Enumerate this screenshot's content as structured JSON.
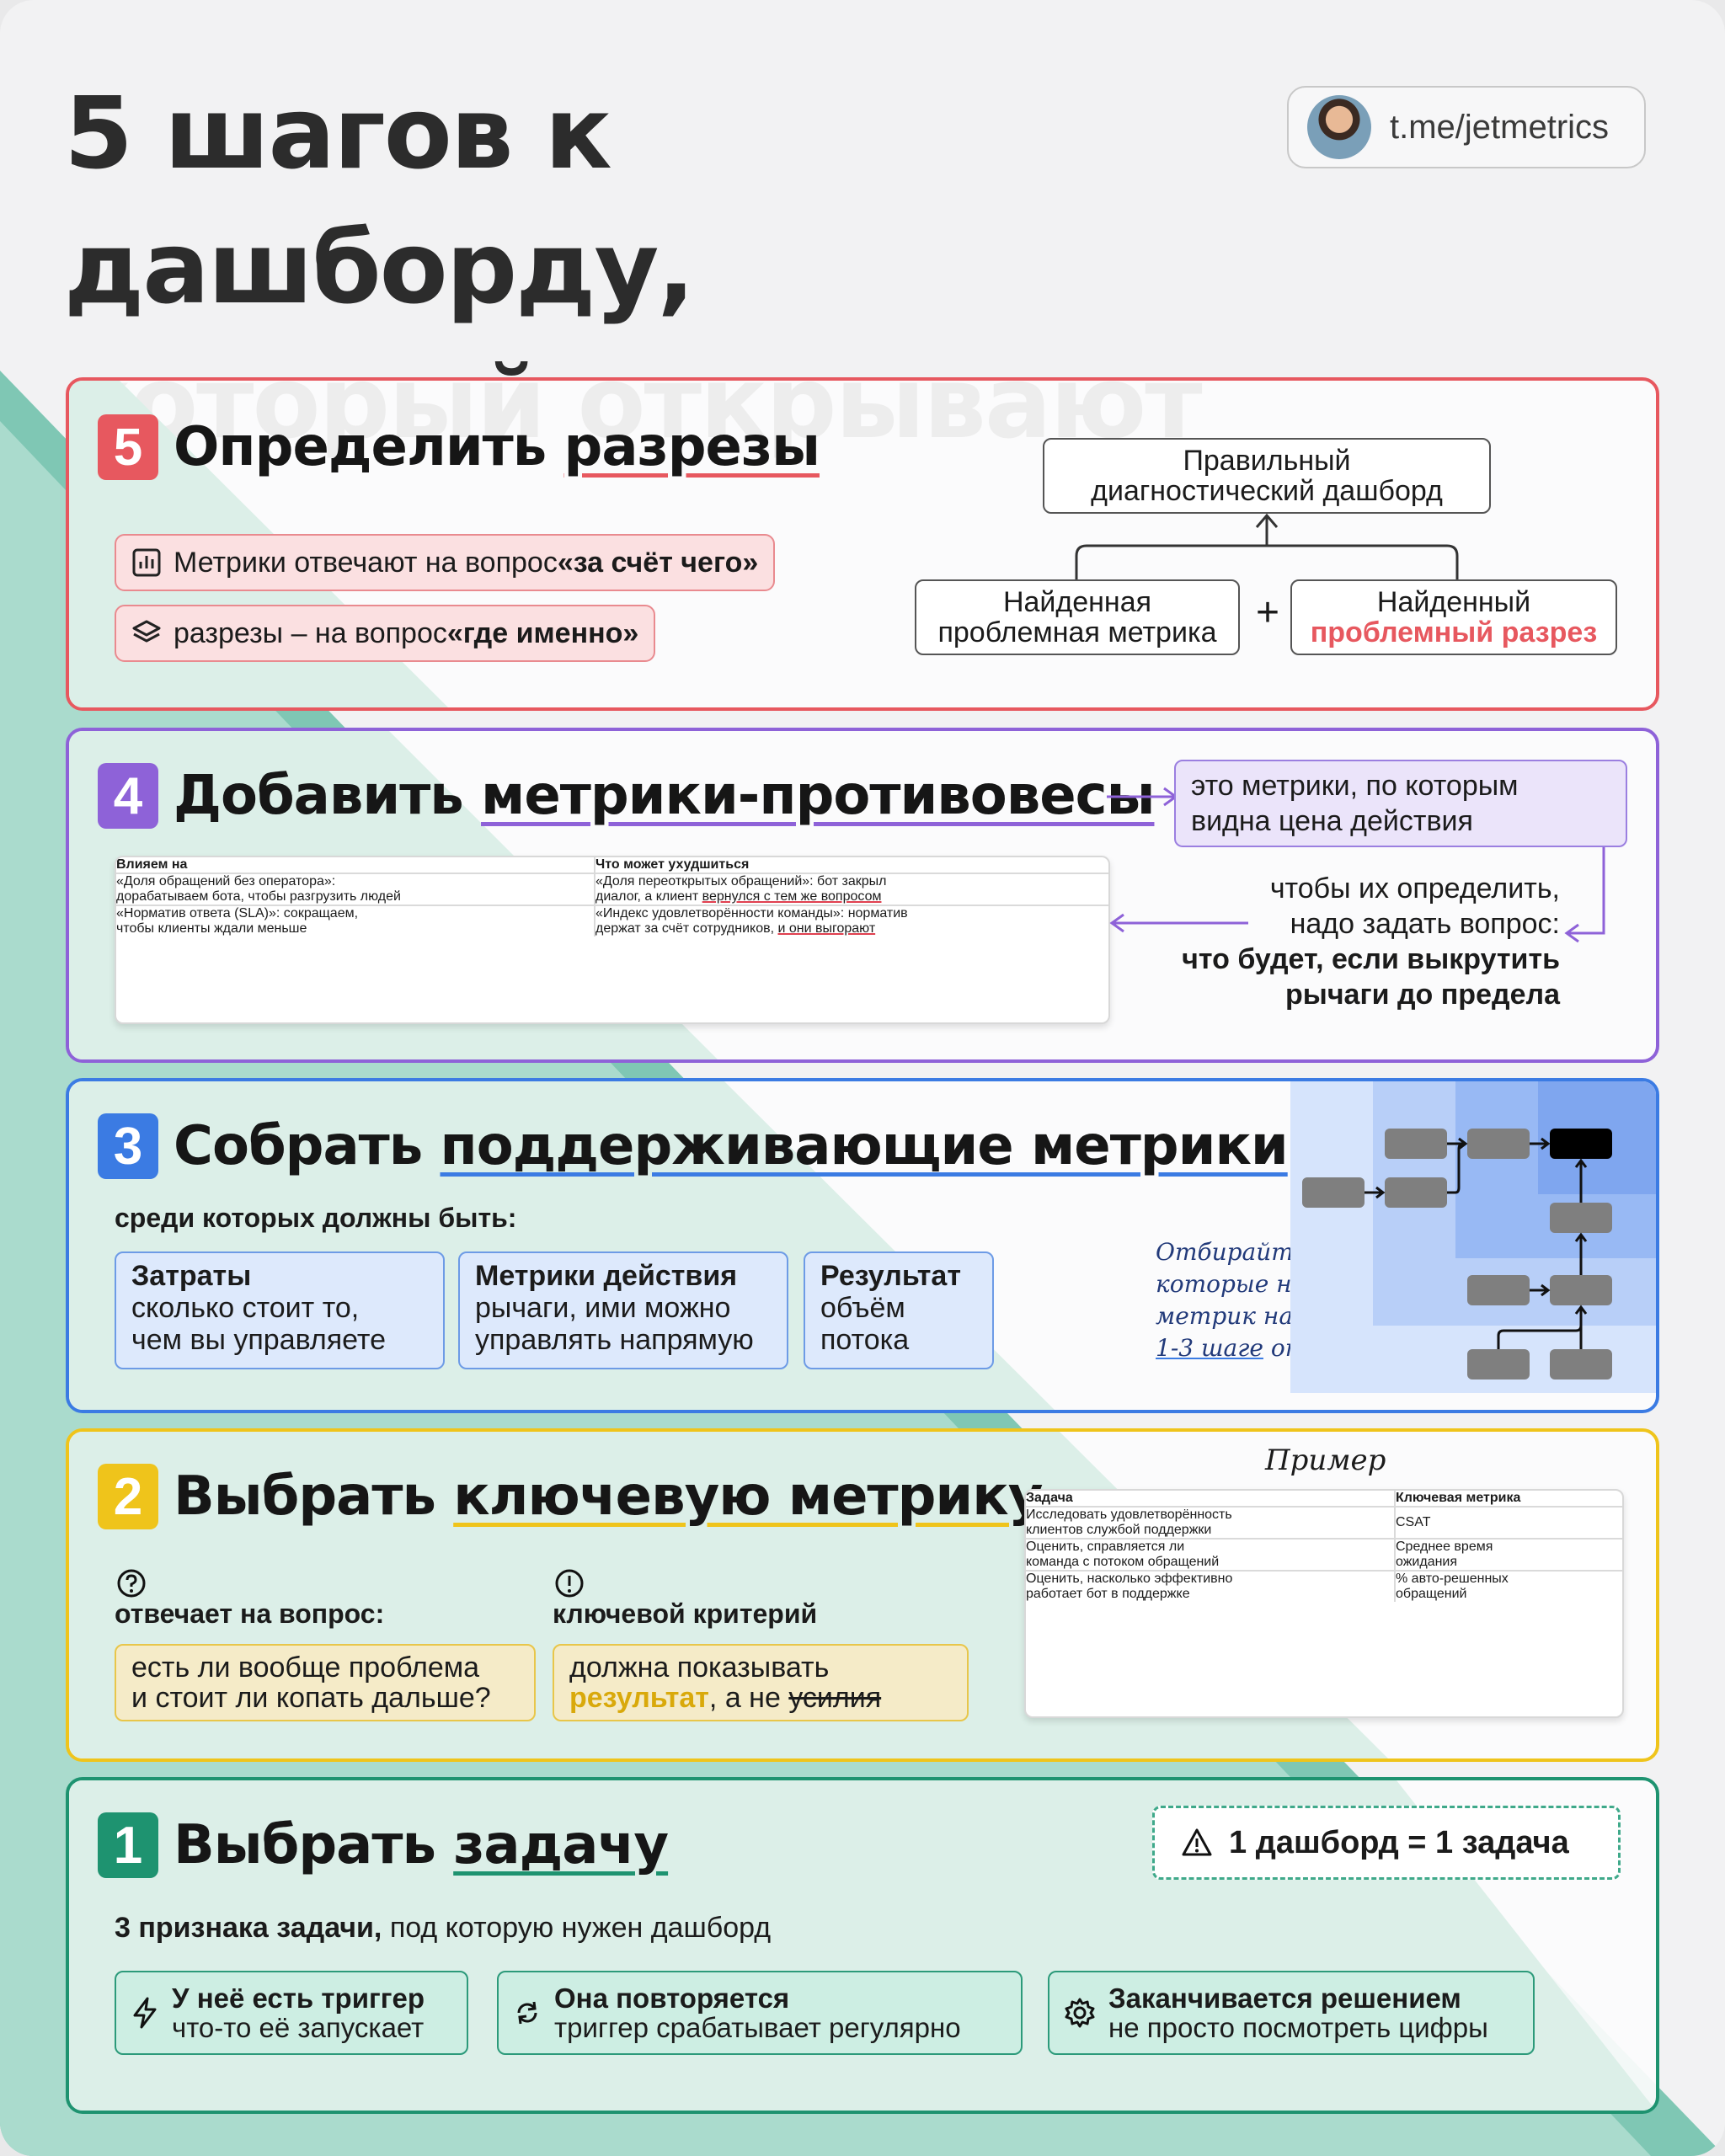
{
  "title_line1": "5 шагов к дашборду,",
  "title_line2": "который открывают",
  "channel": "t.me/jetmetrics",
  "colors": {
    "step5": "#e7585f",
    "step4": "#8e62d8",
    "step3": "#3b7be3",
    "step2": "#efc41b",
    "step1": "#1e9370"
  },
  "step5": {
    "number": "5",
    "title_plain": "Определить ",
    "title_hl": "разрезы",
    "pill1_text": "Метрики отвечают на вопрос ",
    "pill1_bold": "«за счёт чего»",
    "pill2_text": "разрезы – на вопрос ",
    "pill2_bold": "«где именно»",
    "top_box_line1": "Правильный",
    "top_box_line2": "диагностический дашборд",
    "left_box_line1": "Найденная",
    "left_box_line2": "проблемная метрика",
    "plus": "+",
    "right_box_line1": "Найденный",
    "right_box_line2": "проблемный разрез"
  },
  "step4": {
    "number": "4",
    "title_plain": "Добавить ",
    "title_hl": "метрики-противовесы",
    "note_line1": "это метрики, по которым",
    "note_line2": "видна цена действия",
    "q_line1": "чтобы их определить,",
    "q_line2": "надо задать вопрос:",
    "q_bold1": "что будет, если выкрутить",
    "q_bold2": "рычаги до предела",
    "table_headers": [
      "Влияем на",
      "Что может ухудшиться"
    ],
    "table_rows": [
      {
        "c1_l1": "«Доля обращений без оператора»:",
        "c1_l2": "дорабатываем бота, чтобы разгрузить людей",
        "c2_l1": "«Доля переоткрытых обращений»: бот закрыл",
        "c2_l2a": "диалог, а клиент ",
        "c2_l2b": "вернулся с тем же вопросом"
      },
      {
        "c1_l1": "«Норматив ответа (SLA)»: сокращаем,",
        "c1_l2": "чтобы клиенты ждали меньше",
        "c2_l1": "«Индекс удовлетворённости команды»: норматив",
        "c2_l2a": "держат за счёт сотрудников, ",
        "c2_l2b": "и они выгорают"
      }
    ]
  },
  "step3": {
    "number": "3",
    "title_plain": "Собрать ",
    "title_hl": "поддерживающие метрики",
    "subtitle": "среди которых должны быть:",
    "boxes": [
      {
        "title": "Затраты",
        "l1": "сколько стоит то,",
        "l2": "чем вы управляете"
      },
      {
        "title": "Метрики действия",
        "l1": "рычаги, ими можно",
        "l2": "управлять напрямую"
      },
      {
        "title": "Результат",
        "l1": "объём",
        "l2": "потока"
      }
    ],
    "hand_l1": "Отбирайте метрики,",
    "hand_l2": "которые на карте",
    "hand_l3": "метрик находятся в",
    "hand_l4a": "1-3 шаге",
    "hand_l4b": " от ключевой"
  },
  "step2": {
    "number": "2",
    "title_plain": "Выбрать ",
    "title_hl": "ключевую метрику",
    "q_label": "отвечает на вопрос:",
    "q_text1": "есть ли вообще проблема",
    "q_text2": "и стоит ли копать дальше?",
    "k_label": "ключевой критерий",
    "k_text1": "должна показывать",
    "k_text2_accent": "результат",
    "k_text2_mid": ", а не ",
    "k_text2_strike": "усилия",
    "example_label": "Пример",
    "table_headers": [
      "Задача",
      "Ключевая метрика"
    ],
    "table_rows": [
      {
        "task1": "Исследовать удовлетворённость",
        "task2": "клиентов службой поддержки",
        "m1": "CSAT",
        "m2": ""
      },
      {
        "task1": "Оценить, справляется ли",
        "task2": "команда с потоком обращений",
        "m1": "Среднее время",
        "m2": "ожидания"
      },
      {
        "task1": "Оценить, насколько эффективно",
        "task2": "работает бот в поддержке",
        "m1": "% авто-решенных",
        "m2": "обращений"
      }
    ]
  },
  "step1": {
    "number": "1",
    "title_plain": "Выбрать ",
    "title_hl": "задачу",
    "badge": "1 дашборд = 1 задача",
    "subtitle_bold": "3 признака задачи,",
    "subtitle_rest": " под которую нужен дашборд",
    "signs": [
      {
        "title": "У неё есть триггер",
        "text": "что-то её запускает"
      },
      {
        "title": "Она повторяется",
        "text": "триггер срабатывает регулярно"
      },
      {
        "title": "Заканчивается решением",
        "text": "не просто посмотреть цифры"
      }
    ]
  }
}
